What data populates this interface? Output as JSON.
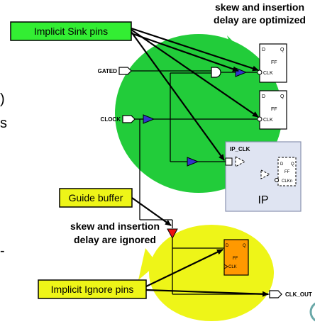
{
  "header": {
    "line1": "skew and insertion",
    "line2": "delay are optimized"
  },
  "callouts": {
    "implicit_sink": "Implicit Sink pins",
    "guide_buffer": "Guide buffer",
    "implicit_ignore": "Implicit Ignore pins"
  },
  "ignored_note": {
    "line1": "skew and insertion",
    "line2": "delay are ignored"
  },
  "ports": {
    "gated": "GATED",
    "clock": "CLOCK",
    "clk_out": "CLK_OUT"
  },
  "ff": {
    "d": "D",
    "q": "Q",
    "name": "FF",
    "clk": "CLK",
    "clkn": "CLKn"
  },
  "ip": {
    "pin": "IP_CLK",
    "label": "IP"
  },
  "left_fragments": [
    ")",
    "s",
    "-"
  ],
  "colors": {
    "sink_region": "#22cc3a",
    "ignore_region": "#eef518",
    "callout_green": "#33ee33",
    "callout_yellow": "#eef518",
    "buffer_blue": "#3333cc",
    "guide_red": "#ee1111",
    "ff_orange": "#ff9900",
    "ip_box": "#dfe4f2"
  }
}
